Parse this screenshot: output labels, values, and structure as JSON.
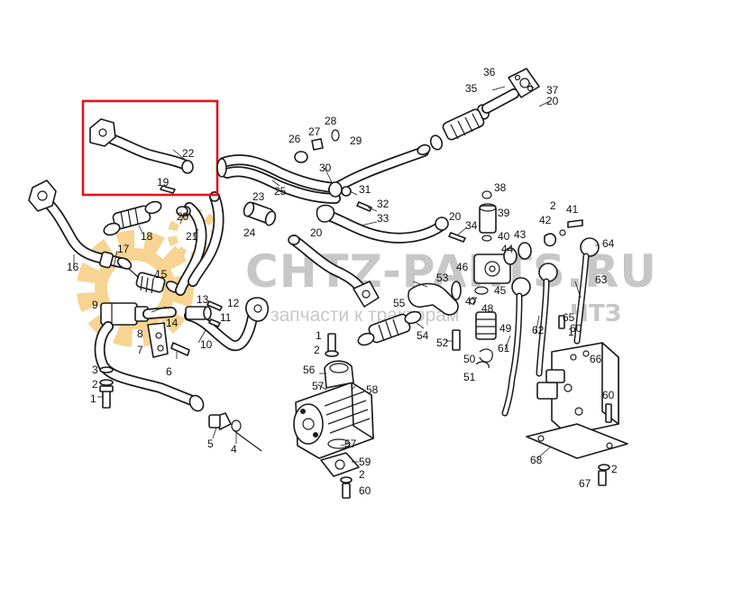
{
  "colors": {
    "line": "#1a1a1a",
    "highlight": "#e3141b",
    "watermark_text": "#9a9a9a",
    "watermark_gear": "#f2b23a"
  },
  "watermark": {
    "site": "CHTZ-PARTS.RU",
    "tagline": "запчасти к тракторам",
    "brand": "ЧТЗ",
    "logo": "gear-icon"
  },
  "highlight": {
    "part_number": "22"
  },
  "callouts": [
    {
      "id": "c1",
      "text": "1"
    },
    {
      "id": "c2",
      "text": "2"
    },
    {
      "id": "c3",
      "text": "3"
    },
    {
      "id": "c4",
      "text": "4"
    },
    {
      "id": "c5",
      "text": "5"
    },
    {
      "id": "c6",
      "text": "6"
    },
    {
      "id": "c7",
      "text": "7"
    },
    {
      "id": "c8",
      "text": "8"
    },
    {
      "id": "c9",
      "text": "9"
    },
    {
      "id": "c10",
      "text": "10"
    },
    {
      "id": "c11",
      "text": "11"
    },
    {
      "id": "c12",
      "text": "12"
    },
    {
      "id": "c13",
      "text": "13"
    },
    {
      "id": "c14",
      "text": "14"
    },
    {
      "id": "c15",
      "text": "15"
    },
    {
      "id": "c16",
      "text": "16"
    },
    {
      "id": "c17",
      "text": "17"
    },
    {
      "id": "c18",
      "text": "18"
    },
    {
      "id": "c19",
      "text": "19"
    },
    {
      "id": "c20",
      "text": "20"
    },
    {
      "id": "c21",
      "text": "21"
    },
    {
      "id": "c22",
      "text": "22"
    },
    {
      "id": "c23",
      "text": "23"
    },
    {
      "id": "c24",
      "text": "24"
    },
    {
      "id": "c25",
      "text": "25"
    },
    {
      "id": "c26",
      "text": "26"
    },
    {
      "id": "c27",
      "text": "27"
    },
    {
      "id": "c28",
      "text": "28"
    },
    {
      "id": "c29",
      "text": "29"
    },
    {
      "id": "c30",
      "text": "30"
    },
    {
      "id": "c31",
      "text": "31"
    },
    {
      "id": "c32",
      "text": "32"
    },
    {
      "id": "c33",
      "text": "33"
    },
    {
      "id": "c34",
      "text": "34"
    },
    {
      "id": "c35",
      "text": "35"
    },
    {
      "id": "c36",
      "text": "36"
    },
    {
      "id": "c37",
      "text": "37"
    },
    {
      "id": "c38",
      "text": "38"
    },
    {
      "id": "c39",
      "text": "39"
    },
    {
      "id": "c40",
      "text": "40"
    },
    {
      "id": "c41",
      "text": "41"
    },
    {
      "id": "c42",
      "text": "42"
    },
    {
      "id": "c43",
      "text": "43"
    },
    {
      "id": "c44",
      "text": "44"
    },
    {
      "id": "c45",
      "text": "45"
    },
    {
      "id": "c46",
      "text": "46"
    },
    {
      "id": "c47",
      "text": "47"
    },
    {
      "id": "c48",
      "text": "48"
    },
    {
      "id": "c49",
      "text": "49"
    },
    {
      "id": "c50",
      "text": "50"
    },
    {
      "id": "c51",
      "text": "51"
    },
    {
      "id": "c52",
      "text": "52"
    },
    {
      "id": "c53",
      "text": "53"
    },
    {
      "id": "c54",
      "text": "54"
    },
    {
      "id": "c55",
      "text": "55"
    },
    {
      "id": "c56",
      "text": "56"
    },
    {
      "id": "c57",
      "text": "57"
    },
    {
      "id": "c58",
      "text": "58"
    },
    {
      "id": "c59",
      "text": "59"
    },
    {
      "id": "c60",
      "text": "60"
    },
    {
      "id": "c61",
      "text": "61"
    },
    {
      "id": "c62",
      "text": "62"
    },
    {
      "id": "c63",
      "text": "63"
    },
    {
      "id": "c64",
      "text": "64"
    },
    {
      "id": "c65",
      "text": "65"
    },
    {
      "id": "c66",
      "text": "66"
    },
    {
      "id": "c67",
      "text": "67"
    },
    {
      "id": "c68",
      "text": "68"
    },
    {
      "id": "c20b",
      "text": "20"
    },
    {
      "id": "c20c",
      "text": "20"
    },
    {
      "id": "c20d",
      "text": "20"
    },
    {
      "id": "c2b",
      "text": "2"
    },
    {
      "id": "c2c",
      "text": "2"
    },
    {
      "id": "c2d",
      "text": "2"
    },
    {
      "id": "c2e",
      "text": "2"
    },
    {
      "id": "c1b",
      "text": "1"
    },
    {
      "id": "c1c",
      "text": "1"
    },
    {
      "id": "c57b",
      "text": "57"
    },
    {
      "id": "c60b",
      "text": "60"
    },
    {
      "id": "c60c",
      "text": "60"
    }
  ]
}
